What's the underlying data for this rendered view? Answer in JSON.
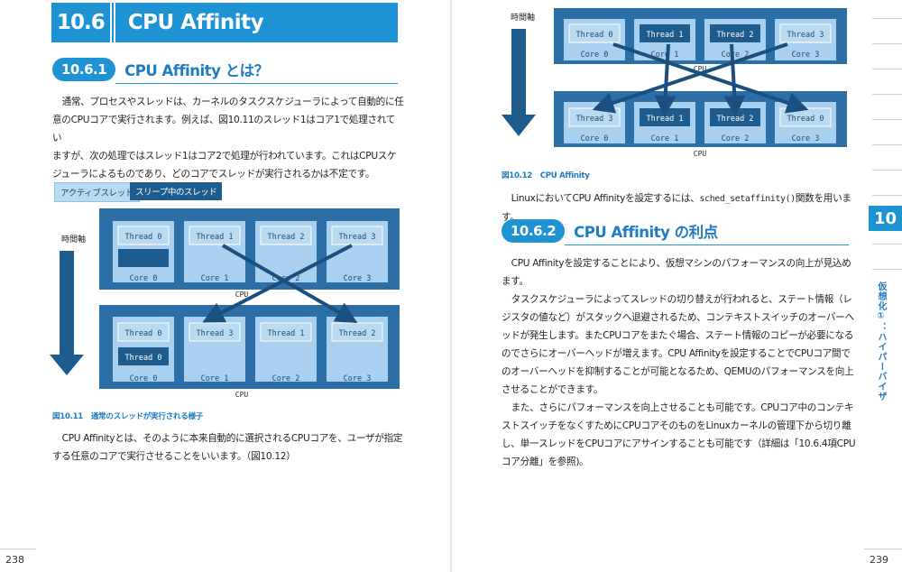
{
  "left_page": {
    "chapter": {
      "number": "10.6",
      "title": "CPU Affinity"
    },
    "section": {
      "number": "10.6.1",
      "title": "CPU Affinity とは？"
    },
    "intro_lines": [
      "通常、プロセスやスレッドは、カーネルのタスクスケジューラによって自動的に任",
      "意のCPUコアで実行されます。例えば、図10.11のスレッド1はコア1で処理されてい",
      "ますが、次の処理ではスレッド1はコア2で処理が行われています。これはCPUスケ",
      "ジューラによるものであり、どのコアでスレッドが実行されるかは不定です。"
    ],
    "legend": {
      "active": "アクティブスレッド",
      "sleep": "スリープ中のスレッド"
    },
    "time_axis": "時間軸",
    "figure": {
      "cpu_label": "CPU",
      "top_threads": [
        "Thread 0",
        "Thread 1",
        "Thread 2",
        "Thread 3"
      ],
      "bottom_threads": [
        "Thread 0",
        "Thread 3",
        "Thread 1",
        "Thread 2"
      ],
      "cores": [
        "Core 0",
        "Core 1",
        "Core 2",
        "Core 3"
      ]
    },
    "caption_num": "図10.11",
    "caption": "通常のスレッドが実行される様子",
    "outro_lines": [
      "CPU Affinityとは、そのように本来自動的に選択されるCPUコアを、ユーザが指定",
      "する任意のコアで実行させることをいいます。（図10.12）"
    ],
    "page_number": "238"
  },
  "right_page": {
    "time_axis": "時間軸",
    "figure": {
      "cpu_label": "CPU",
      "top_threads": [
        "Thread 0",
        "Thread 1",
        "Thread 2",
        "Thread 3"
      ],
      "bottom_threads": [
        "Thread 3",
        "Thread 1",
        "Thread 2",
        "Thread 0"
      ],
      "cores": [
        "Core 0",
        "Core 1",
        "Core 2",
        "Core 3"
      ]
    },
    "caption_num": "図10.12",
    "caption": "CPU Affinity",
    "linux_sentence_pre": "LinuxにおいてCPU Affinityを設定するには、",
    "linux_sentence_code": "sched_setaffinity()",
    "linux_sentence_post": "関数を用います。",
    "section": {
      "number": "10.6.2",
      "title": "CPU Affinity の利点"
    },
    "body_lines": [
      "CPU Affinityを設定することにより、仮想マシンのパフォーマンスの向上が見込め",
      "ます。",
      "タスクスケジューラによってスレッドの切り替えが行われると、ステート情報（レ",
      "ジスタの値など）がスタックへ退避されるため、コンテキストスイッチのオーバーヘ",
      "ッドが発生します。またCPUコアをまたぐ場合、ステート情報のコピーが必要になる",
      "のでさらにオーバーヘッドが増えます。CPU Affinityを設定することでCPUコア間で",
      "のオーバーヘッドを抑制することが可能となるため、QEMUのパフォーマンスを向上",
      "させることができます。",
      "また、さらにパフォーマンスを向上させることも可能です。CPUコア中のコンテキ",
      "ストスイッチをなくすためにCPUコアそのものをLinuxカーネルの管理下から切り離",
      "し、単一スレッドをCPUコアにアサインすることも可能です（詳細は「10.6.4項CPU",
      "コア分離」を参照)。"
    ],
    "chapter_tab": "10",
    "side_title": "仮想化①：ハイパーバイザ",
    "page_number": "239"
  },
  "colors": {
    "accent": "#1e93d3",
    "accent_text": "#1e7cc0",
    "cpu_band": "#2c6ea6",
    "core_box": "#a9d0ee",
    "sleep_thread": "#1e5c8e",
    "active_thread": "#b9dbf1",
    "arrow": "#1b4f7d"
  }
}
